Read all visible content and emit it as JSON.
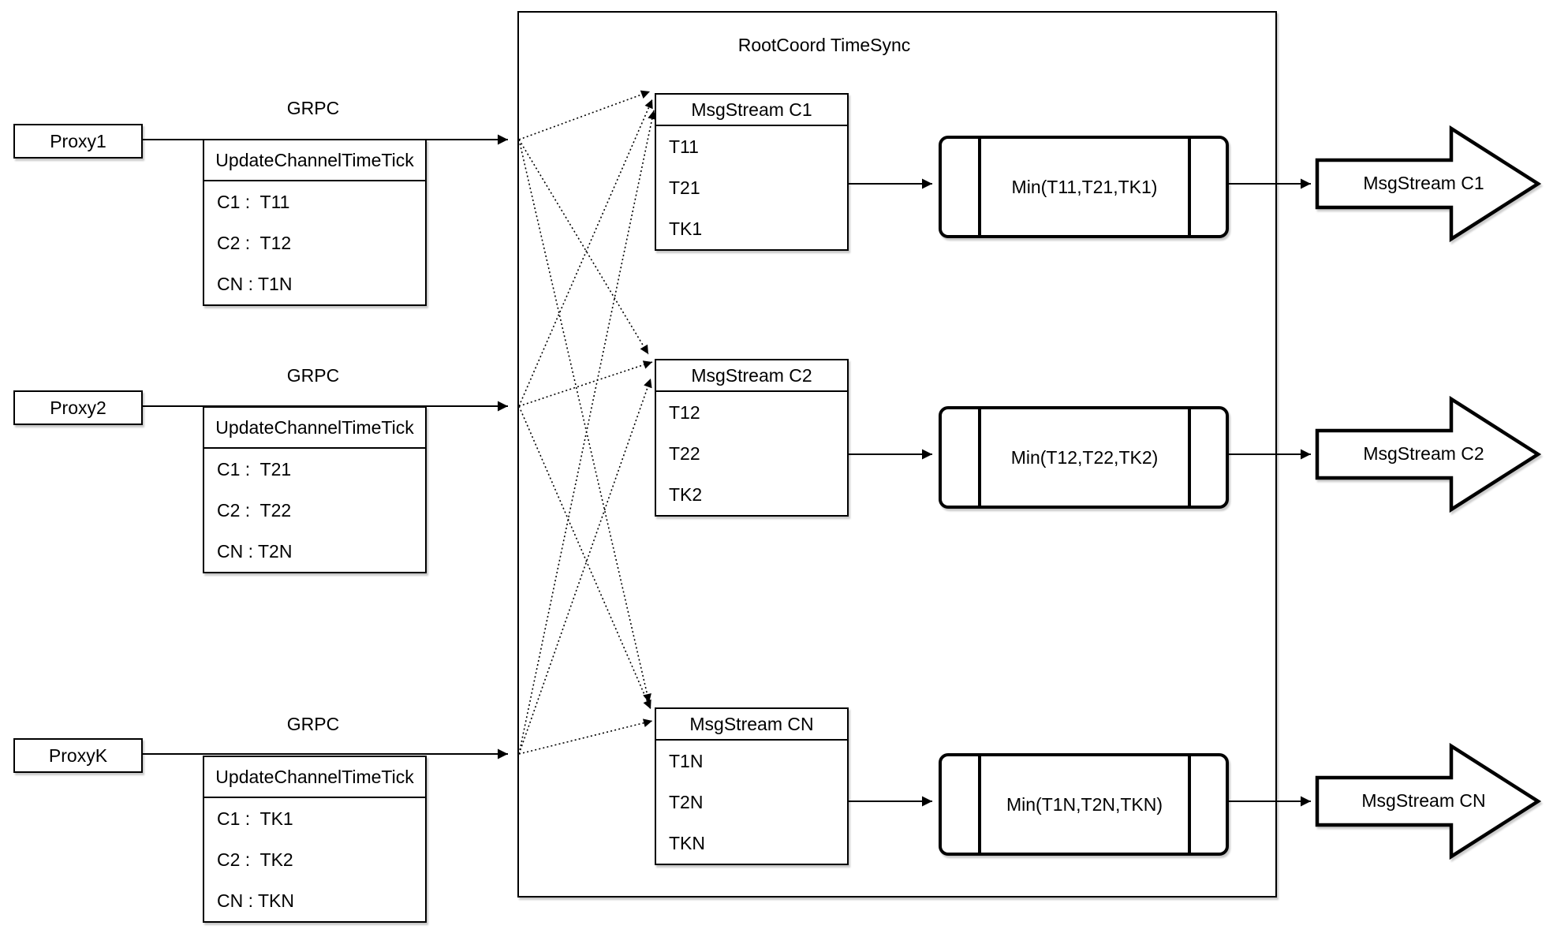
{
  "diagram": {
    "container_title": "RootCoord TimeSync",
    "colors": {
      "stroke": "#000000",
      "background": "#ffffff"
    },
    "proxies": [
      {
        "name": "Proxy1",
        "protocol": "GRPC",
        "table": {
          "header": "UpdateChannelTimeTick",
          "rows": [
            "C1 :  T11",
            "C2 :  T12",
            "CN : T1N"
          ]
        }
      },
      {
        "name": "Proxy2",
        "protocol": "GRPC",
        "table": {
          "header": "UpdateChannelTimeTick",
          "rows": [
            "C1 :  T21",
            "C2 :  T22",
            "CN : T2N"
          ]
        }
      },
      {
        "name": "ProxyK",
        "protocol": "GRPC",
        "table": {
          "header": "UpdateChannelTimeTick",
          "rows": [
            "C1 :  TK1",
            "C2 :  TK2",
            "CN : TKN"
          ]
        }
      }
    ],
    "streams": [
      {
        "table": {
          "header": "MsgStream C1",
          "rows": [
            "T11",
            "T21",
            "TK1"
          ]
        },
        "min_label": "Min(T11,T21,TK1)",
        "output_label": "MsgStream C1"
      },
      {
        "table": {
          "header": "MsgStream C2",
          "rows": [
            "T12",
            "T22",
            "TK2"
          ]
        },
        "min_label": "Min(T12,T22,TK2)",
        "output_label": "MsgStream C2"
      },
      {
        "table": {
          "header": "MsgStream CN",
          "rows": [
            "T1N",
            "T2N",
            "TKN"
          ]
        },
        "min_label": "Min(T1N,T2N,TKN)",
        "output_label": "MsgStream CN"
      }
    ]
  }
}
